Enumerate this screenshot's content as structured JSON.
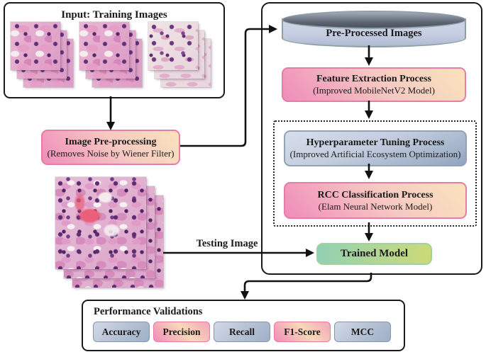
{
  "figure": {
    "input": {
      "title": "Input: Training Images"
    },
    "preprocessing": {
      "title": "Image Pre-processing",
      "subtitle": "(Removes Noise by Wiener Filter)"
    },
    "pipeline": {
      "preprocessed_store": "Pre-Processed Images",
      "feature_extraction": {
        "title": "Feature Extraction Process",
        "subtitle": "(Improved MobileNetV2 Model)"
      },
      "hyperparameter_tuning": {
        "title": "Hyperparameter Tuning Process",
        "subtitle": "(Improved Artificial Ecosystem Optimization)"
      },
      "classification": {
        "title": "RCC Classification Process",
        "subtitle": "(Elam Neural Network Model)"
      },
      "trained_model": "Trained Model"
    },
    "testing_image_label": "Testing Image",
    "performance": {
      "title": "Performance Validations",
      "metrics": [
        {
          "label": "Accuracy",
          "style": "gray"
        },
        {
          "label": "Precision",
          "style": "pink"
        },
        {
          "label": "Recall",
          "style": "gray"
        },
        {
          "label": "F1-Score",
          "style": "pink"
        },
        {
          "label": "MCC",
          "style": "gray"
        }
      ]
    },
    "colors": {
      "line": "#111111",
      "pink_box_gradient": [
        "#ef8cba",
        "#fae3bc"
      ],
      "pink_box_border": "#e87ba7",
      "blue_box_gradient": [
        "#d7ddeb",
        "#92a5bf"
      ],
      "green_box_gradient": [
        "#90d0b4",
        "#ccda77"
      ],
      "cylinder_body": "#c5cde1",
      "cylinder_top": "#5a6270",
      "badge_gray_gradient": [
        "#d3dae7",
        "#9fb0c6"
      ],
      "badge_pink_gradient": [
        "#f08cba",
        "#f3a6bc"
      ]
    }
  }
}
